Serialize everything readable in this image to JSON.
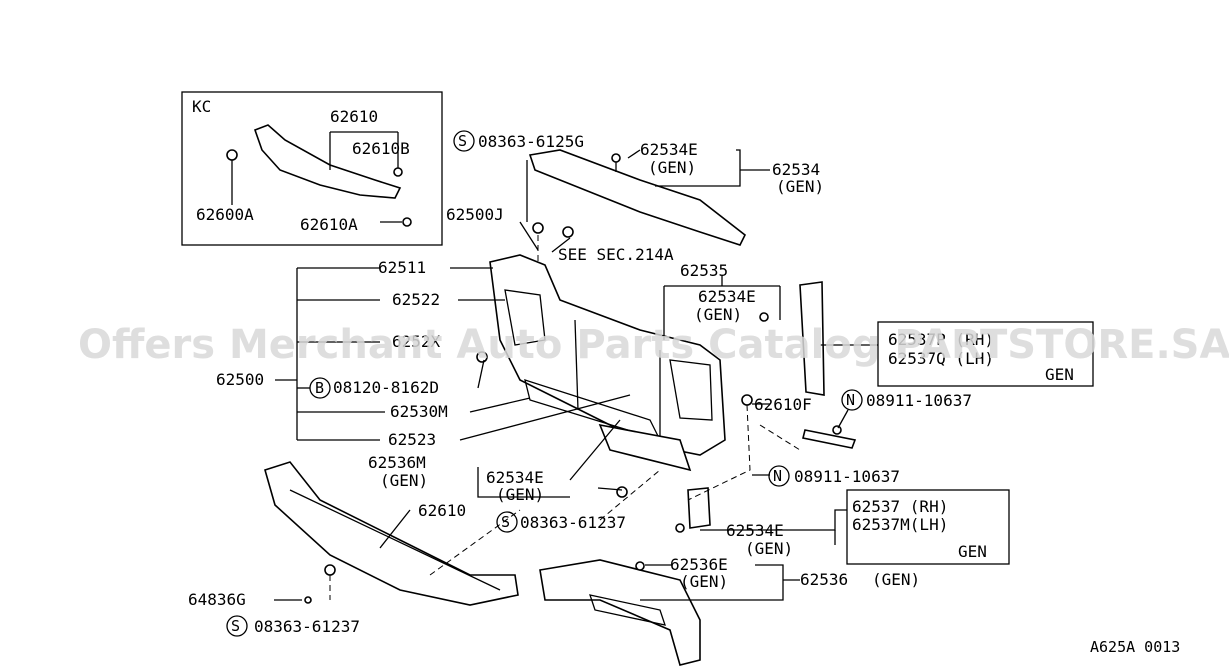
{
  "watermark": "Offers Merchant Auto Parts Catalog PARTSTORE.SA",
  "diagram_code": "A625A 0013",
  "inset": {
    "title": "KC",
    "parts": {
      "p62610": "62610",
      "p62610B": "62610B",
      "p62600A": "62600A",
      "p62610A": "62610A"
    }
  },
  "labels": {
    "s1_sym": "S",
    "s1": "08363-6125G",
    "p62534E_top": "62534E",
    "gen_top": "(GEN)",
    "p62534": "62534",
    "gen_62534": "(GEN)",
    "p62500J": "62500J",
    "see_sec": "SEE SEC.214A",
    "p62511": "62511",
    "p62535": "62535",
    "p62522": "62522",
    "p62534E_mid": "62534E",
    "gen_mid": "(GEN)",
    "p6252x": "6252X",
    "box_rh1": "62537P (RH)",
    "box_lh1": "62537Q (LH)",
    "box_gen1": "GEN",
    "p62500": "62500",
    "b_sym": "B",
    "b1": "08120-8162D",
    "p62610F": "62610F",
    "n_sym1": "N",
    "n1": "08911-10637",
    "p62530M": "62530M",
    "p62523": "62523",
    "n_sym2": "N",
    "n2": "08911-10637",
    "p62536M": "62536M",
    "gen_62536M": "(GEN)",
    "p62534E_low": "62534E",
    "gen_low": "(GEN)",
    "p62610": "62610",
    "s2_sym": "S",
    "s2": "08363-61237",
    "box_rh2": "62537  (RH)",
    "box_lh2": "62537M(LH)",
    "box_gen2": "GEN",
    "p62534E_r": "62534E",
    "gen_r": "(GEN)",
    "p62536E": "62536E",
    "gen_62536E": "(GEN)",
    "p62536": "62536",
    "gen_62536": "(GEN)",
    "p64836G": "64836G",
    "s3_sym": "S",
    "s3": "08363-61237"
  }
}
